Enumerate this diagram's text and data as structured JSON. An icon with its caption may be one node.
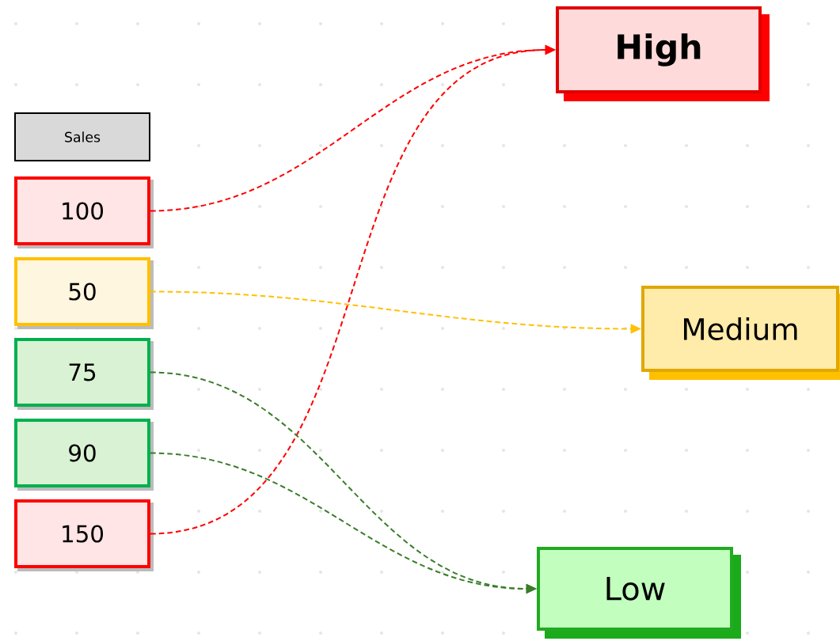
{
  "diagram": {
    "nodes": [
      {
        "text": [
          "Sales"
        ]
      },
      {
        "text": [
          "100"
        ]
      },
      {
        "text": [
          "50"
        ]
      },
      {
        "text": [
          "75"
        ]
      },
      {
        "text": [
          "90"
        ]
      },
      {
        "text": [
          "150"
        ]
      },
      {
        "text": [
          "High"
        ]
      },
      {
        "text": [
          "Medium"
        ]
      },
      {
        "text": [
          "Low"
        ]
      }
    ],
    "edges": [
      {
        "from": 1,
        "to": 6,
        "arrow": "to",
        "style": "dashed",
        "color": "#ff0000"
      },
      {
        "from": 5,
        "to": 6,
        "arrow": "to",
        "style": "dashed",
        "color": "#ff0000"
      },
      {
        "from": 2,
        "to": 7,
        "arrow": "to",
        "style": "dashed",
        "color": "#ffc000"
      },
      {
        "from": 3,
        "to": 8,
        "arrow": "to",
        "style": "dashed",
        "color": "#3a7d2a"
      },
      {
        "from": 4,
        "to": 8,
        "arrow": "to",
        "style": "dashed",
        "color": "#3a7d2a"
      }
    ]
  }
}
